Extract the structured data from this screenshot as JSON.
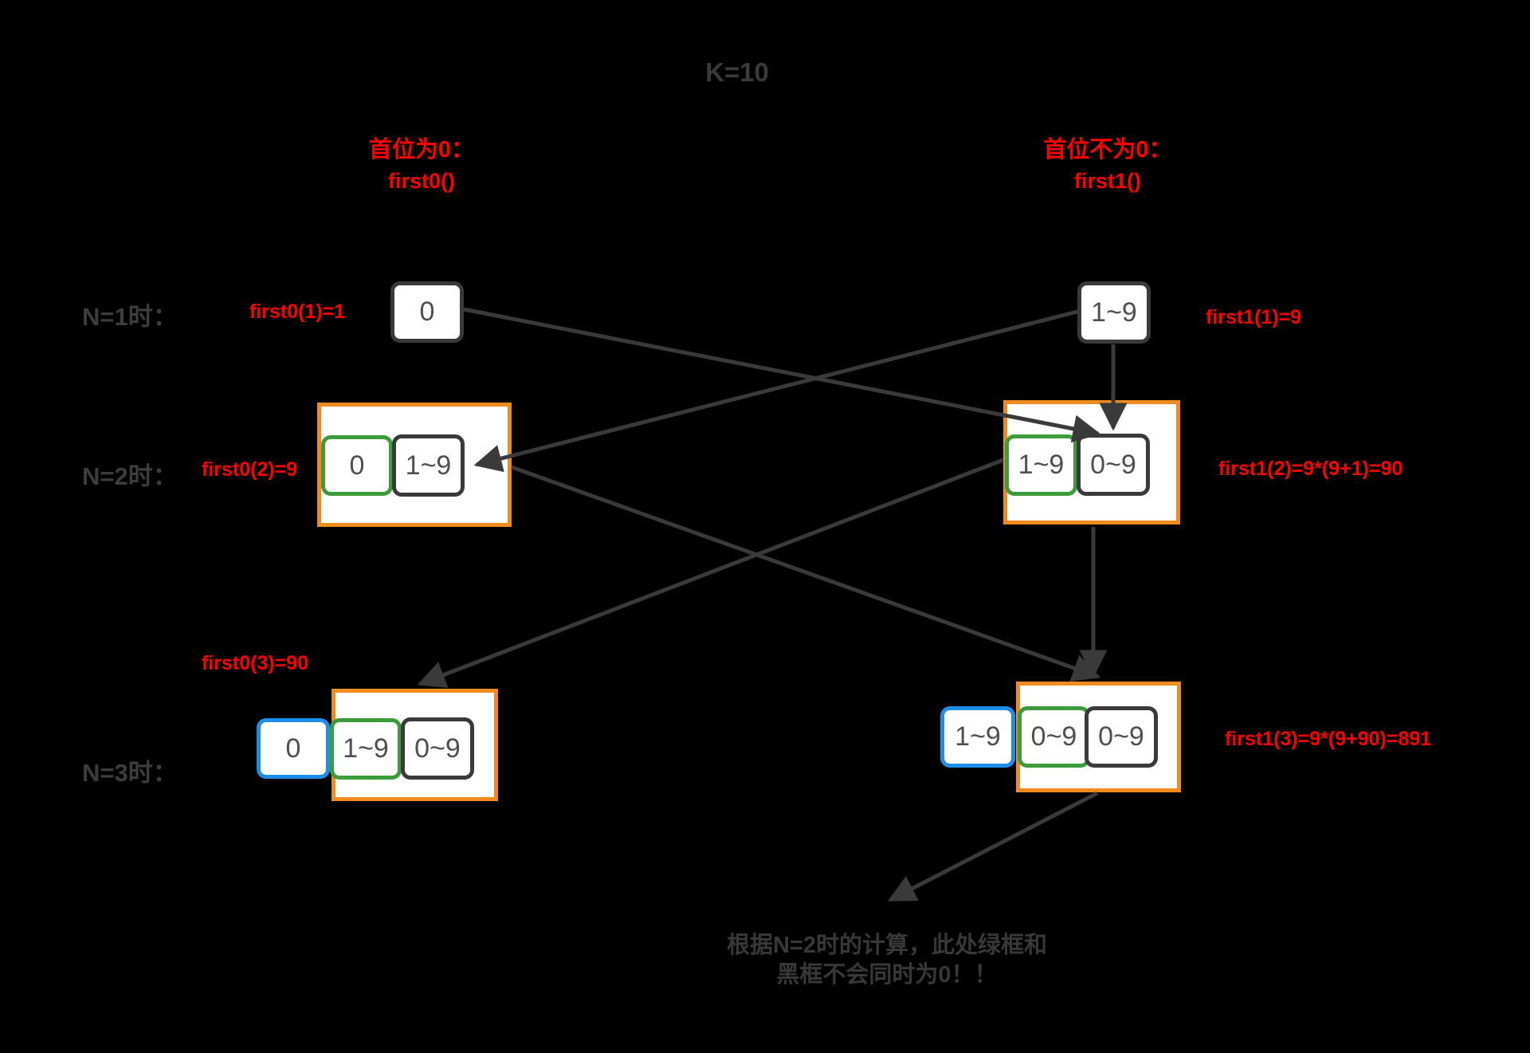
{
  "title": "K=10",
  "headers": {
    "left": {
      "line1": "首位为0：",
      "line2": "first0()"
    },
    "right": {
      "line1": "首位不为0：",
      "line2": "first1()"
    }
  },
  "rows": {
    "n1": {
      "label": "N=1时：",
      "left_formula": "first0(1)=1",
      "right_formula": "first1(1)=9",
      "left_box": "0",
      "right_box": "1~9"
    },
    "n2": {
      "label": "N=2时：",
      "left_formula": "first0(2)=9",
      "right_formula": "first1(2)=9*(9+1)=90",
      "left_group": {
        "green_box": "0",
        "black_box": "1~9"
      },
      "right_group": {
        "green_box": "1~9",
        "black_box": "0~9"
      }
    },
    "n3": {
      "label": "N=3时：",
      "left_formula": "first0(3)=90",
      "right_formula": "first1(3)=9*(9+90)=891",
      "left_outside_box": "0",
      "left_group": {
        "green_box": "1~9",
        "black_box": "0~9"
      },
      "right_outside_box": "1~9",
      "right_group": {
        "green_box": "0~9",
        "black_box": "0~9"
      }
    }
  },
  "annotation": {
    "line1": "根据N=2时的计算，此处绿框和",
    "line2": "黑框不会同时为0！！"
  },
  "colors": {
    "background": "#000000",
    "box_border": "#3a3a3a",
    "group_border": "#f08c1e",
    "green_border": "#3c9c3c",
    "blue_border": "#1e8fe8",
    "formula_red": "#ff0000",
    "text_gray": "#3d3d3d"
  }
}
